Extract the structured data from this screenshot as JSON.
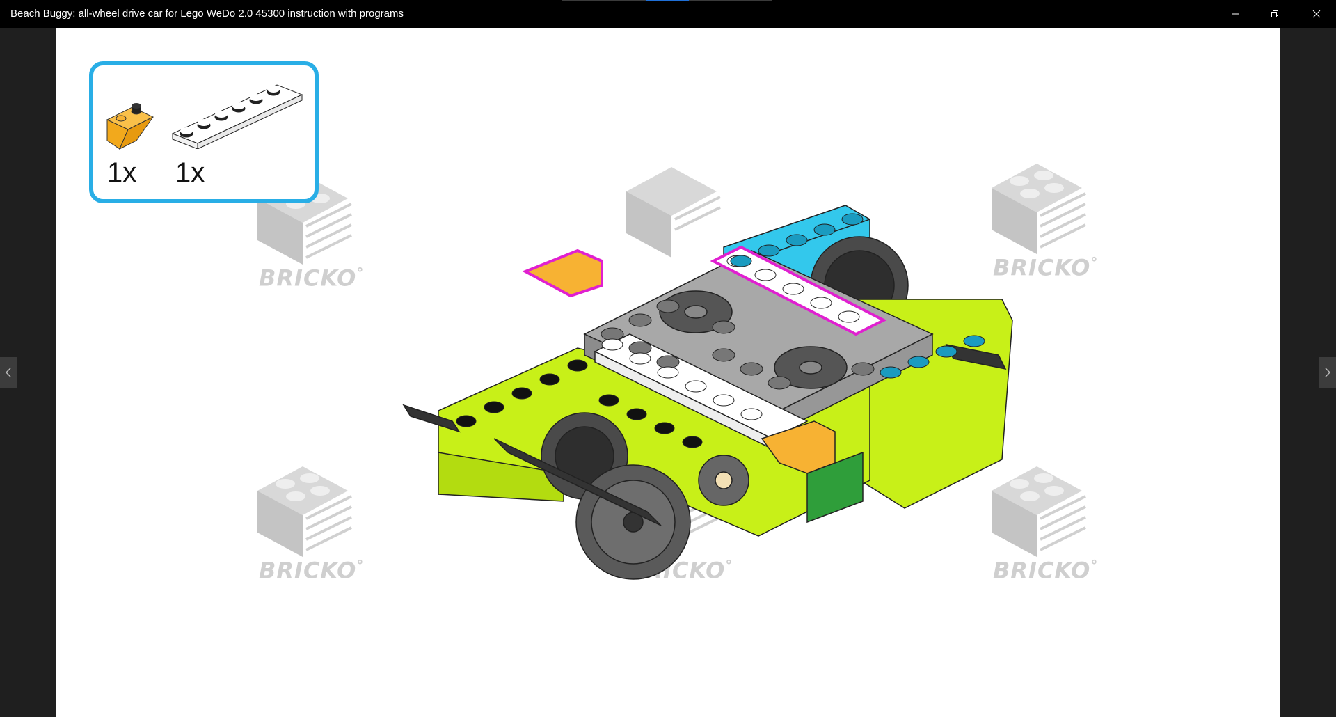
{
  "window": {
    "title": "Beach Buggy: all-wheel drive car for Lego WeDo 2.0 45300 instruction with programs",
    "controls": {
      "minimize_icon": "minimize-icon",
      "restore_icon": "restore-icon",
      "close_icon": "close-icon"
    }
  },
  "step": {
    "parts": [
      {
        "name": "orange inverted slope brick",
        "quantity": "1x",
        "color": "#f7b233"
      },
      {
        "name": "white 1x6 plate",
        "quantity": "1x",
        "color": "#ffffff"
      }
    ],
    "highlight_color": "#e020d0",
    "box_border_color": "#29aee6"
  },
  "watermark": {
    "text": "BRICKO",
    "mark": "°"
  },
  "navigation": {
    "prev_icon": "chevron-left-icon",
    "next_icon": "chevron-right-icon"
  },
  "colors": {
    "lime": "#c8f018",
    "azure": "#33c8ec",
    "gray": "#a8a8a8",
    "dark_gray": "#505050",
    "green": "#2f9e3a"
  }
}
